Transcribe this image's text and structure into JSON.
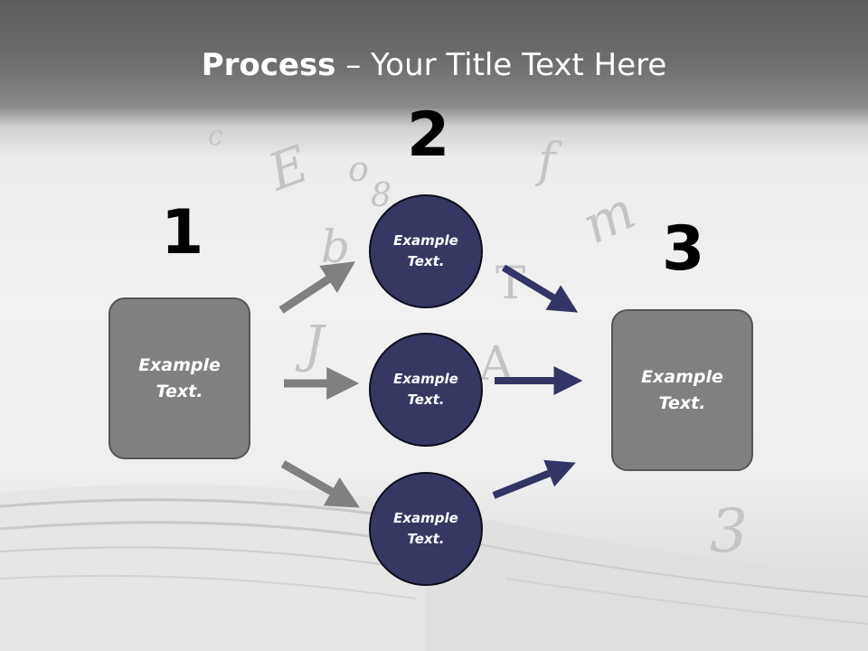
{
  "title": {
    "bold": "Process",
    "rest": " – Your Title Text Here"
  },
  "steps": [
    {
      "number": "1",
      "text": "Example Text."
    },
    {
      "number": "2",
      "text": [
        "Example Text.",
        "Example Text.",
        "Example Text."
      ]
    },
    {
      "number": "3",
      "text": "Example Text."
    }
  ],
  "colors": {
    "gray_box": "#808080",
    "circle_fill": "#363863",
    "arrow_gray": "#808080",
    "arrow_navy": "#333566"
  }
}
